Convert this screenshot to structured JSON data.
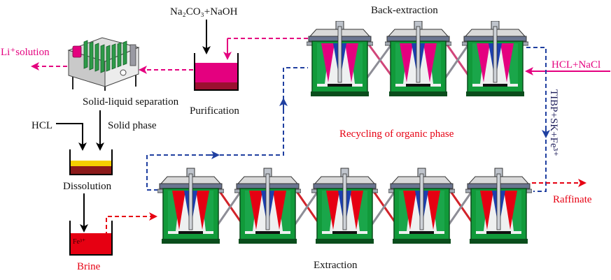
{
  "labels": {
    "reagent_top": "Na₂CO₃+NaOH",
    "back_extraction": "Back-extraction",
    "li_solution": "Li⁺solution",
    "hcl_nacl": "HCL+NaCl",
    "solid_liquid_separation": "Solid-liquid separation",
    "purification": "Purification",
    "organic_feed": "TIBP+SK+Fe³⁺",
    "hcl": "HCL",
    "solid_phase": "Solid phase",
    "recycling": "Recycling of organic phase",
    "dissolution": "Dissolution",
    "raffinate": "Raffinate",
    "brine_ion": "Fe³⁺",
    "brine": "Brine",
    "extraction": "Extraction"
  },
  "colors": {
    "magenta": "#e4007f",
    "red": "#e60012",
    "blue": "#1f3fa0",
    "green": "#119a3a"
  }
}
